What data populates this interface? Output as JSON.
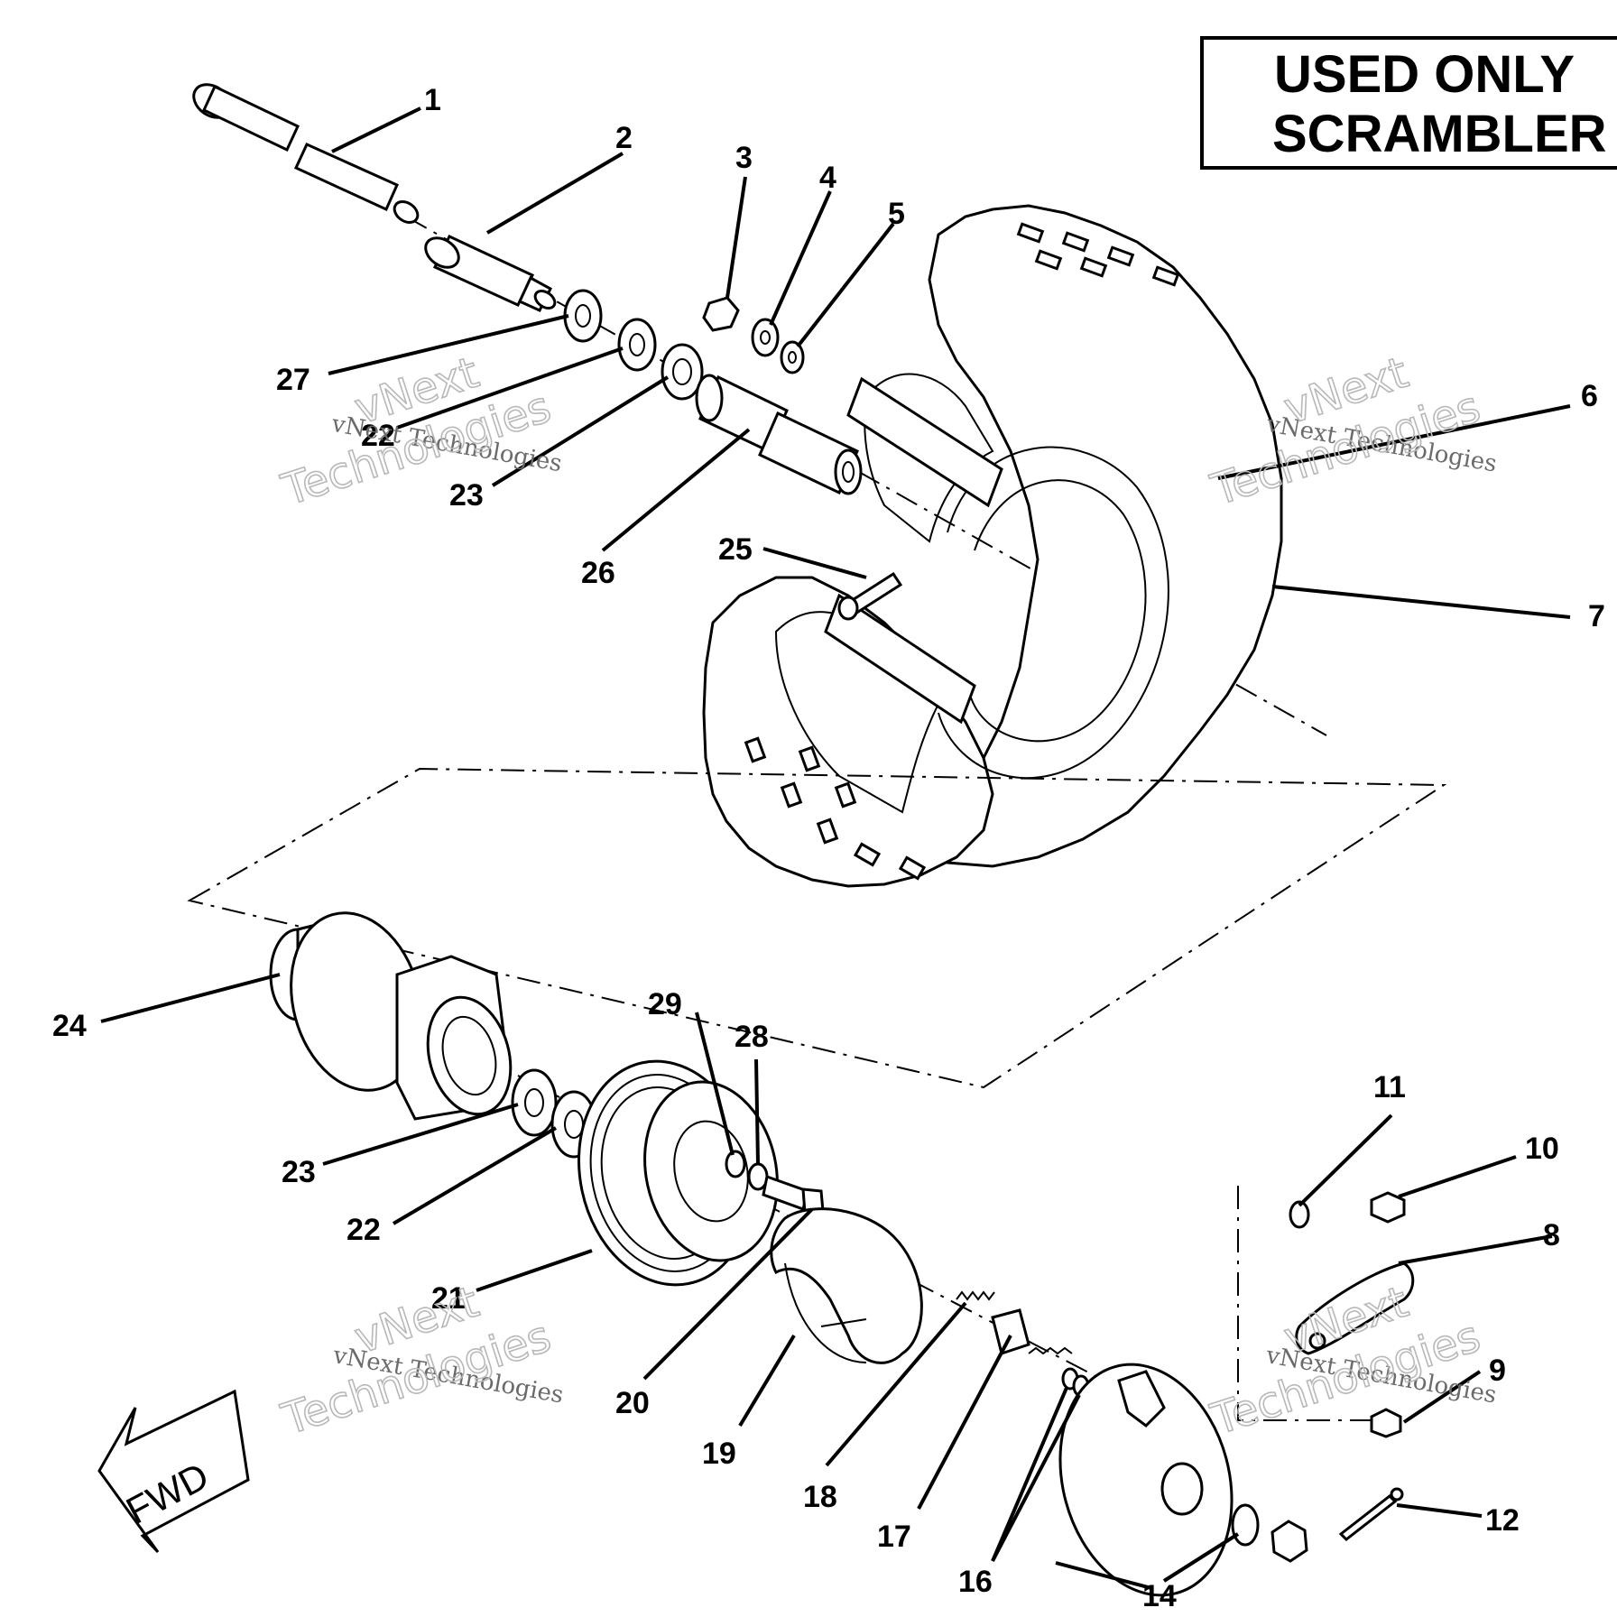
{
  "banner": {
    "line1": "USED ONLY",
    "line2": "SCRAMBLER"
  },
  "fwd_label": "FWD",
  "watermark": {
    "line1": "vNext Technologies",
    "line2": "Technologies",
    "line3": "vNext"
  },
  "callouts": {
    "c1": "1",
    "c2": "2",
    "c3": "3",
    "c4": "4",
    "c5": "5",
    "c6": "6",
    "c7": "7",
    "c8": "8",
    "c9": "9",
    "c10": "10",
    "c11": "11",
    "c12": "12",
    "c14": "14",
    "c16": "16",
    "c17": "17",
    "c18": "18",
    "c19": "19",
    "c20": "20",
    "c21": "21",
    "c22a": "22",
    "c22b": "22",
    "c23a": "23",
    "c23b": "23",
    "c24": "24",
    "c25": "25",
    "c26": "26",
    "c27": "27",
    "c28": "28",
    "c29": "29"
  }
}
